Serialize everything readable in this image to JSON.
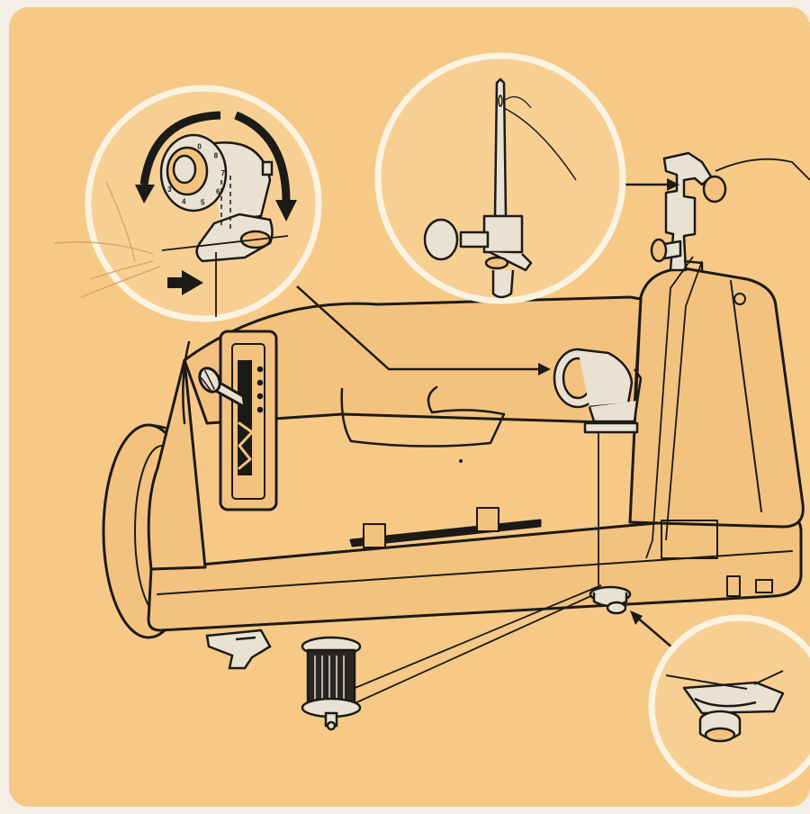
{
  "colors": {
    "paper": "#f6c987",
    "page_edge": "#f3efe6",
    "line": "#1c1a17",
    "callout_ring": "#fbf3e2",
    "callout_fill": "#f8cf93",
    "machine_fill": "#f4c27f",
    "metal": "#e9e2d2",
    "spool_thread": "#2a2622"
  },
  "icons": {
    "arrow_right": "arrow-right-icon",
    "rotate_clockwise": "rotate-arrow-icon"
  },
  "dial": {
    "numbers": [
      "0",
      "8",
      "7",
      "6",
      "5",
      "4",
      "3"
    ]
  }
}
